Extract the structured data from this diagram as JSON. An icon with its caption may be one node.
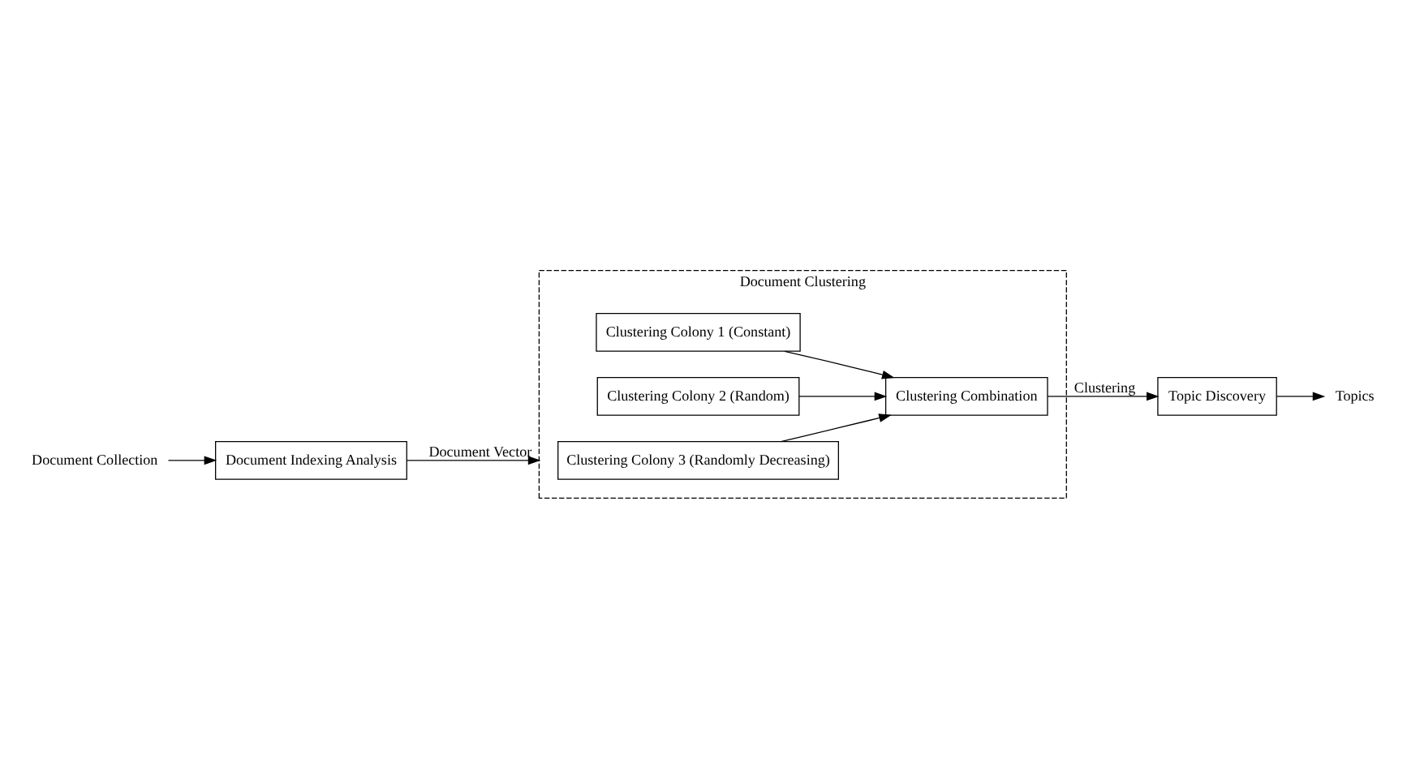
{
  "diagram": {
    "nodes": [
      {
        "text": [
          "Document Collection"
        ]
      },
      {
        "text": [
          "Document Indexing Analysis"
        ]
      },
      {
        "text": [
          "Document Clustering"
        ]
      },
      {
        "text": [
          "Clustering Colony 1 (Constant)"
        ],
        "in": 2
      },
      {
        "text": [
          "Clustering Colony 2 (Random)"
        ],
        "in": 2
      },
      {
        "text": [
          "Clustering Colony 3 (Randomly Decreasing)"
        ],
        "in": 2
      },
      {
        "text": [
          "Clustering Combination"
        ],
        "in": 2
      },
      {
        "text": [
          "Topic Discovery"
        ]
      },
      {
        "text": [
          "Topics"
        ]
      }
    ],
    "edges": [
      {
        "from": 0,
        "to": 1,
        "arrow": "to"
      },
      {
        "from": 1,
        "to": 2,
        "arrow": "to",
        "label": "Document Vector"
      },
      {
        "from": 3,
        "to": 6,
        "arrow": "to"
      },
      {
        "from": 4,
        "to": 6,
        "arrow": "to"
      },
      {
        "from": 5,
        "to": 6,
        "arrow": "to"
      },
      {
        "from": 6,
        "to": 7,
        "arrow": "to",
        "label": "Clustering"
      },
      {
        "from": 7,
        "to": 8,
        "arrow": "to"
      }
    ]
  }
}
